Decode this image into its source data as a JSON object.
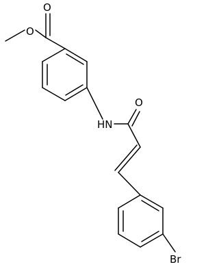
{
  "molecule": {
    "atom_labels": {
      "carbonyl_o_ester": "O",
      "ester_o": "O",
      "nh": "HN",
      "amide_o": "O",
      "br": "Br"
    },
    "colors": {
      "bond": "#000000",
      "text": "#000000",
      "background": "#ffffff"
    }
  }
}
